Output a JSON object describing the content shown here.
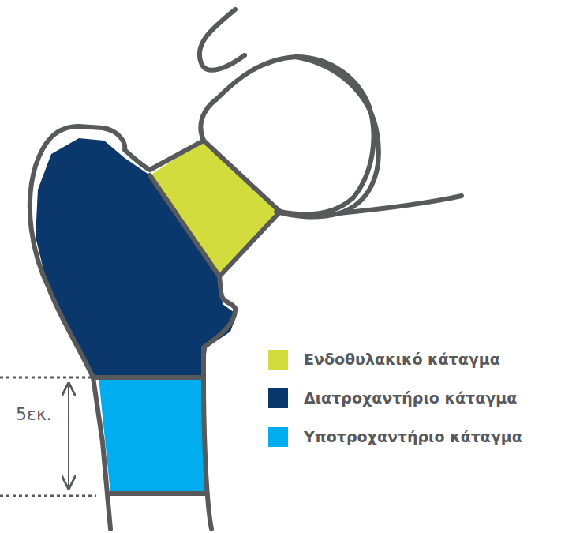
{
  "diagram": {
    "labels": [
      "5εκ."
    ],
    "legend": [
      {
        "text": "Ενδοθυλακικό κάταγμα",
        "color": "#d2dc3c"
      },
      {
        "text": "Διατροχαντήριο κάταγμα",
        "color": "#0b386c"
      },
      {
        "text": "Υποτροχαντήριο κάταγμα",
        "color": "#00adee"
      }
    ]
  }
}
